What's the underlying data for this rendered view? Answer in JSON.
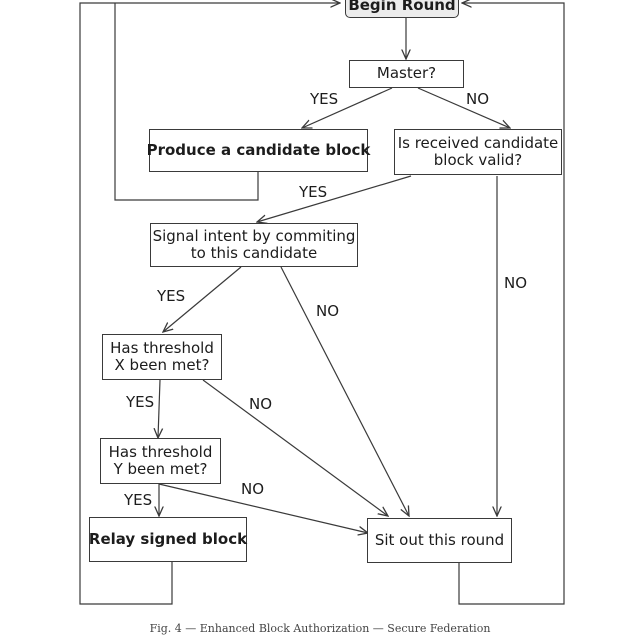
{
  "nodes": {
    "begin_round": "Begin Round",
    "master": "Master?",
    "produce_block": "Produce a candidate block",
    "is_valid": [
      "Is received candidate",
      "block valid?"
    ],
    "signal_intent": [
      "Signal intent by commiting",
      "to this candidate"
    ],
    "threshold_x": [
      "Has threshold",
      "X been met?"
    ],
    "threshold_y": [
      "Has threshold",
      "Y been met?"
    ],
    "relay_block": "Relay signed block",
    "sit_out": "Sit out this round"
  },
  "edge_labels": {
    "master_yes": "YES",
    "master_no": "NO",
    "valid_yes": "YES",
    "valid_no": "NO",
    "signal_yes": "YES",
    "signal_no": "NO",
    "x_yes": "YES",
    "x_no": "NO",
    "y_yes": "YES",
    "y_no": "NO"
  },
  "caption": "Fig. 4 — Enhanced Block Authorization — Secure Federation"
}
